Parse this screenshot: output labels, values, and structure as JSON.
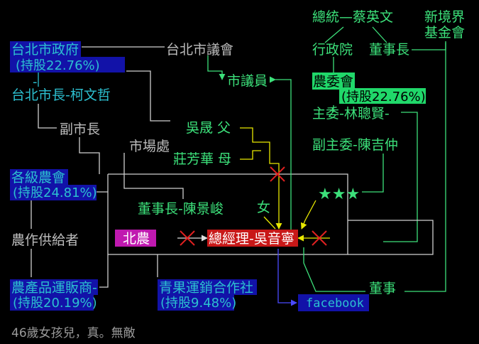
{
  "colors": {
    "background": "#000000",
    "cyan": "#2cc0d0",
    "green": "#3ce07a",
    "gray": "#bdbdbd",
    "yellow": "#e8e800",
    "red": "#e02020",
    "blue_box": "#1212a8",
    "magenta_box": "#c019b0",
    "red_box": "#c81818",
    "green_box": "#20d86a"
  },
  "nodes": {
    "taipei_gov": "台北市政府",
    "taipei_gov_share": "(持股22.76%)",
    "dash_small": "-",
    "taipei_mayor": "台北市長-柯文哲",
    "deputy_mayor": "副市長",
    "market_office": "市場處",
    "city_council": "台北市議會",
    "councilor": "市議員",
    "wu_father": "吳晟 父",
    "zhuang_mother": "莊芳華 母",
    "daughter": "女",
    "farmers_assoc": "各級農會",
    "farmers_assoc_share": "(持股24.81%)",
    "crop_supplier": "農作供給者",
    "produce_coop": "農產品運販商-",
    "produce_coop_share": "(持股20.19%)",
    "fruit_coop": "青果運銷合作社",
    "fruit_coop_share": "(持股9.48%)",
    "president": "總統—蔡英文",
    "executive_yuan": "行政院",
    "chairman_label": "董事長",
    "new_frontier_line1": "新境界",
    "new_frontier_line2": "基金會",
    "coa": "農委會",
    "coa_share": "(持股22.76%)",
    "coa_minister": "主委-林聰賢-",
    "coa_deputy": "副主委-陳吉仲",
    "stars": "★★★",
    "board_chairman": "董事長-陳景峻",
    "beinong": "北農",
    "general_manager": "總經理-吳音寧",
    "director": "董事",
    "facebook": "facebook",
    "footer": "46歲女孩兒，真。無敵"
  },
  "icons": {
    "cross": "red-x-icon",
    "arrow": "arrowhead-icon"
  }
}
